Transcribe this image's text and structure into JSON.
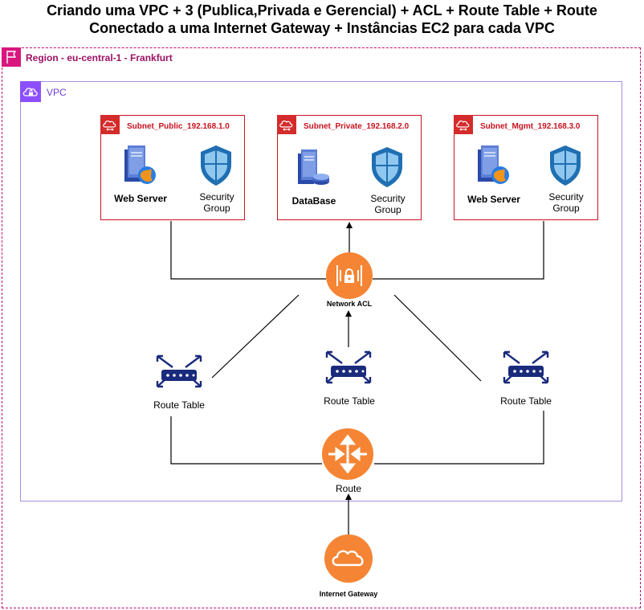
{
  "title": {
    "line1": "Criando uma VPC + 3 (Publica,Privada e Gerencial) + ACL + Route Table + Route",
    "line2": "Conectado a uma Internet Gateway + Instâncias EC2 para cada VPC"
  },
  "region": {
    "label": "Region - eu-central-1 - Frankfurt",
    "icon": "flag-icon"
  },
  "vpc": {
    "label": "VPC",
    "icon": "vpc-cloud-lock-icon"
  },
  "subnets": [
    {
      "label": "Subnet_Public_192.168.1.0",
      "server_label": "Web Server",
      "sg_label": "Security Group"
    },
    {
      "label": "Subnet_Private_192.168.2.0",
      "server_label": "DataBase",
      "sg_label": "Security Group"
    },
    {
      "label": "Subnet_Mgmt_192.168.3.0",
      "server_label": "Web Server",
      "sg_label": "Security Group"
    }
  ],
  "network_acl": {
    "label": "Network ACL"
  },
  "route_tables": [
    {
      "label": "Route Table"
    },
    {
      "label": "Route Table"
    },
    {
      "label": "Route Table"
    }
  ],
  "route": {
    "label": "Route"
  },
  "internet_gateway": {
    "label": "Internet Gateway"
  },
  "colors": {
    "region": "#bf0f6f",
    "vpc": "#8c4fff",
    "subnet": "#c7131f",
    "aws_orange": "#f58534",
    "route_table": "#1a2b7c",
    "security_group": "#1f6fb2"
  }
}
